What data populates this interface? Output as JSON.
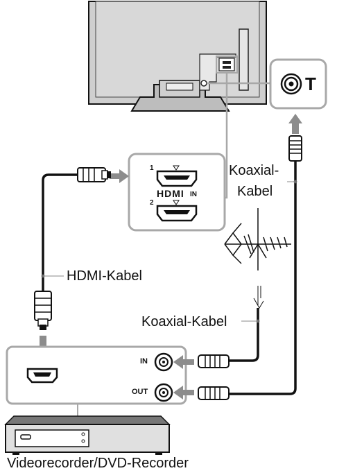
{
  "labels": {
    "coax_cable_top_line1": "Koaxial-",
    "coax_cable_top_line2": "Kabel",
    "hdmi_cable": "HDMI-Kabel",
    "coax_cable_middle": "Koaxial-Kabel",
    "device": "Videorecorder/DVD-Recorder"
  },
  "tv_hdmi_panel": {
    "logo": "HDMI",
    "in_label": "IN",
    "port_1": "1",
    "port_2": "2"
  },
  "recorder_ports": {
    "in": "IN",
    "out": "OUT"
  },
  "antenna_symbol": "Τ",
  "colors": {
    "line": "#111111",
    "callout_gray": "#a8a8a8",
    "tv_fill": "#cfcfcf",
    "arrow_gray": "#8c8c8c"
  }
}
